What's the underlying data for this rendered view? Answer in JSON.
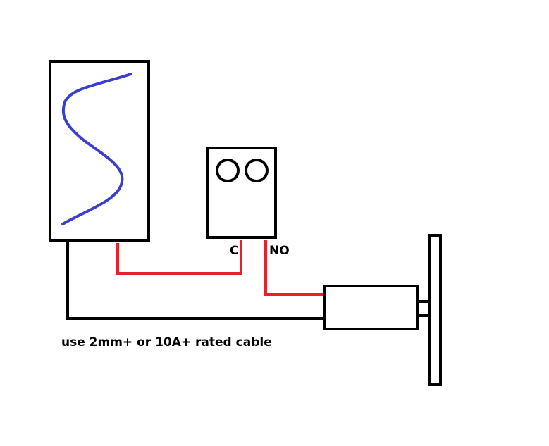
{
  "labels": {
    "terminal_c": "C",
    "terminal_no": "NO",
    "cable_note": "use 2mm+ or 10A+ rated cable"
  },
  "colors": {
    "outline": "#000000",
    "live_wire": "#e8202a",
    "neutral_wire": "#000000",
    "coil": "#3a3fd0",
    "background": "#ffffff"
  }
}
